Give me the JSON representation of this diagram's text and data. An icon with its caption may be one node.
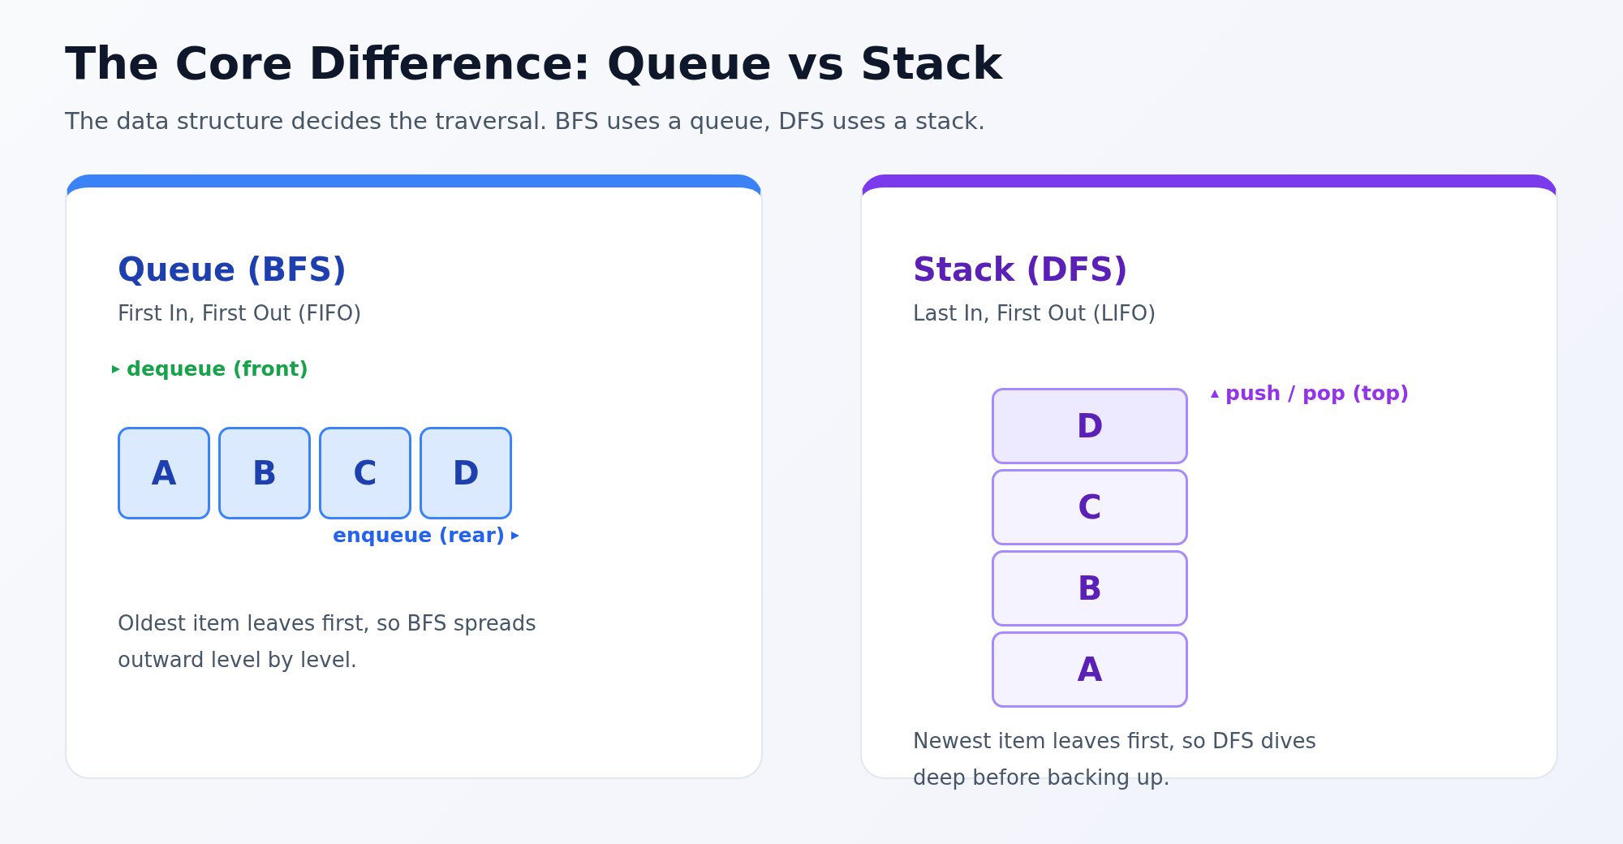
{
  "diagram": {
    "title": "The Core Difference: Queue vs Stack",
    "nodes": [
      {
        "text": [
          "Queue (BFS)",
          "First In, First Out (FIFO)",
          "Oldest item leaves first, so BFS spreads outward level by level."
        ]
      },
      {
        "text": [
          "A"
        ],
        "in": 0
      },
      {
        "text": [
          "B"
        ],
        "in": 0
      },
      {
        "text": [
          "C"
        ],
        "in": 0
      },
      {
        "text": [
          "D"
        ],
        "in": 0
      },
      {
        "text": [
          "Stack (DFS)",
          "Last In, First Out (LIFO)",
          "Newest item leaves first, so DFS dives deep before backing up."
        ]
      },
      {
        "text": [
          "D"
        ],
        "in": 5
      },
      {
        "text": [
          "C"
        ],
        "in": 5
      },
      {
        "text": [
          "B"
        ],
        "in": 5
      },
      {
        "text": [
          "A"
        ],
        "in": 5
      }
    ],
    "edges": [],
    "labels": [
      "The data structure decides the traversal. BFS uses a queue, DFS uses a stack.",
      "dequeue (front)",
      "enqueue (rear)",
      "push / pop (top)"
    ]
  }
}
